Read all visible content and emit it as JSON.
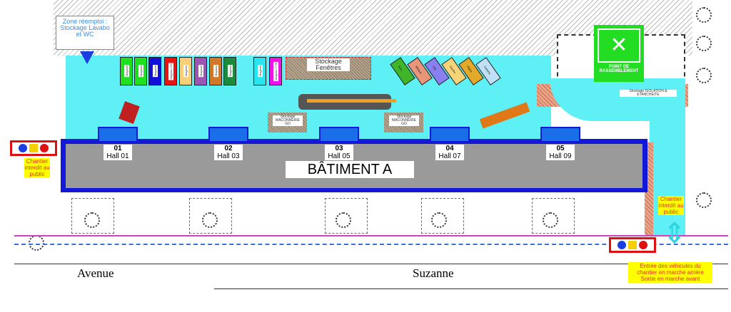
{
  "reuse_zone": {
    "label": "Zone réemploi : Stockage Lavabo et WC"
  },
  "magasins": [
    {
      "label": "Magasin",
      "color": "#1ee01e"
    },
    {
      "label": "Magasin",
      "color": "#1ee01e"
    },
    {
      "label": "Magasin",
      "color": "#1010d8"
    },
    {
      "label": "Magasin GO",
      "color": "#ee1111"
    },
    {
      "label": "Magasin",
      "color": "#f9cf7a"
    },
    {
      "label": "Magasin",
      "color": "#9b55b5"
    },
    {
      "label": "Magasin",
      "color": "#d0782a"
    },
    {
      "label": "Magasin",
      "color": "#1c8a3b"
    },
    {
      "label": "Magasin",
      "color": "#28e5f0"
    },
    {
      "label": "Magasin CTM",
      "color": "#f010e8"
    }
  ],
  "storage": {
    "windows": "Stockage Fenêtres",
    "masonry_left": "Stockage MACONNERIE GO",
    "masonry_right": "Stockage MACONNERIE GO",
    "insulation": "Stockage ISOLATION & ETANCHEITE"
  },
  "skips": [
    {
      "label": "Bois",
      "color": "#3fb52a"
    },
    {
      "label": "Métaux",
      "color": "#e8957a"
    },
    {
      "label": "DIB",
      "color": "#8a7ff0"
    },
    {
      "label": "Inertes",
      "color": "#f7d37a"
    },
    {
      "label": "Plâtre",
      "color": "#e3a92a"
    },
    {
      "label": "Cartons",
      "color": "#bfe0f5"
    }
  ],
  "assembly_point": {
    "label": "POINT DE RASSEMBLEMENT",
    "color": "#22dd22"
  },
  "building": {
    "label": "BÂTIMENT A"
  },
  "halls": [
    {
      "num": "01",
      "name": "Hall 01"
    },
    {
      "num": "02",
      "name": "Hall 03"
    },
    {
      "num": "03",
      "name": "Hall 05"
    },
    {
      "num": "04",
      "name": "Hall 07"
    },
    {
      "num": "05",
      "name": "Hall 09"
    }
  ],
  "signs": {
    "left_forbidden": "Chantier interdit au public",
    "right_forbidden": "Chantier interdit au public",
    "vehicle_entry": "Entrée des véhicules du chantier en marche arrière Sortie en marche avant"
  },
  "streets": {
    "left": "Avenue",
    "right": "Suzanne"
  }
}
